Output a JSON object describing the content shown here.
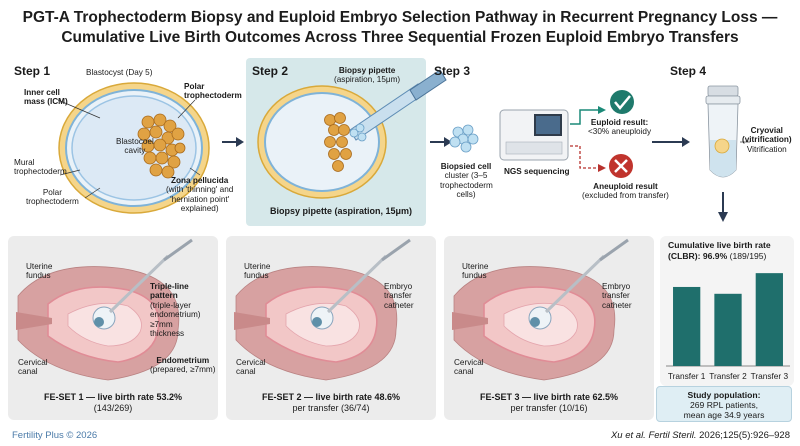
{
  "title_line1": "PGT-A Trophectoderm Biopsy and Euploid Embryo Selection Pathway in Recurrent Pregnancy Loss —",
  "title_line2": "Cumulative Live Birth Outcomes Across Three Sequential Frozen Euploid Embryo Transfers",
  "step1": {
    "label": "Step 1",
    "sub": "Blastocyst (Day 5)",
    "icm_bold": "Inner cell",
    "icm_bold2": "mass (ICM)",
    "polar_te_top1": "Polar",
    "polar_te_top2": "trophectoderm",
    "blastocoel1": "Blastocoel",
    "blastocoel2": "cavity",
    "mural1": "Mural",
    "mural2": "trophectoderm",
    "polar_bottom1": "Polar",
    "polar_bottom2": "trophectoderm",
    "zona_bold": "Zona pellucida",
    "zona2": "(with 'thinning' and",
    "zona3": "'herniation point'",
    "zona4": "explained)"
  },
  "step2": {
    "label": "Step 2",
    "pipette1": "Biopsy pipette",
    "pipette2": "(aspiration, 15μm)",
    "caption": "Biopsy pipette (aspiration, 15μm)"
  },
  "step3": {
    "label": "Step 3",
    "cluster1": "Biopsied cell",
    "cluster2": "cluster (3–5",
    "cluster3": "trophectoderm",
    "cluster4": "cells)",
    "ngs": "NGS sequencing",
    "euploid_bold": "Euploid result:",
    "euploid2": "<30% aneuploidy",
    "aneuploid_bold": "Aneuploid result",
    "aneuploid2": "(excluded from transfer)"
  },
  "step4": {
    "label": "Step 4",
    "cryovial_bold1": "Cryovial",
    "cryovial_bold2": "(vitrification)",
    "vitrification": "Vitrification"
  },
  "fe1": {
    "fundus1": "Uterine",
    "fundus2": "fundus",
    "triple_bold1": "Triple-line",
    "triple_bold2": "pattern",
    "triple3": "(triple-layer",
    "triple4": "endometrium)",
    "triple5": "≥7mm",
    "triple6": "thickness",
    "endo_bold": "Endometrium",
    "endo2": "(prepared, ≥7mm)",
    "cervical1": "Cervical",
    "cervical2": "canal",
    "caption1": "FE-SET 1 — live birth rate 53.2%",
    "caption2": "(143/269)"
  },
  "fe2": {
    "fundus1": "Uterine",
    "fundus2": "fundus",
    "catheter1": "Embryo",
    "catheter2": "transfer",
    "catheter3": "catheter",
    "cervical1": "Cervical",
    "cervical2": "canal",
    "caption1": "FE-SET 2 — live birth rate 48.6%",
    "caption2": "per transfer (36/74)"
  },
  "fe3": {
    "fundus1": "Uterine",
    "fundus2": "fundus",
    "catheter1": "Embryo",
    "catheter2": "transfer",
    "catheter3": "catheter",
    "cervical1": "Cervical",
    "cervical2": "canal",
    "caption1": "FE-SET 3 — live birth rate 62.5%",
    "caption2": "per transfer (10/16)"
  },
  "chart_data": {
    "type": "bar",
    "title_line1": "Cumulative live birth rate",
    "title_line2_bold": "(CLBR): 96.9%",
    "title_line2_rest": " (189/195)",
    "categories": [
      "Transfer 1",
      "Transfer 2",
      "Transfer 3"
    ],
    "values": [
      53.2,
      48.6,
      62.5
    ],
    "ylim": [
      0,
      70
    ],
    "color": "#1f6f6c"
  },
  "study": {
    "bold": "Study population:",
    "line2": "269 RPL patients,",
    "line3": "mean age 34.9 years"
  },
  "footer_left": "Fertility Plus © 2026",
  "footer_right_italic": "Xu et al. Fertil Steril.",
  "footer_right_rest": " 2026;125(5):926–928"
}
